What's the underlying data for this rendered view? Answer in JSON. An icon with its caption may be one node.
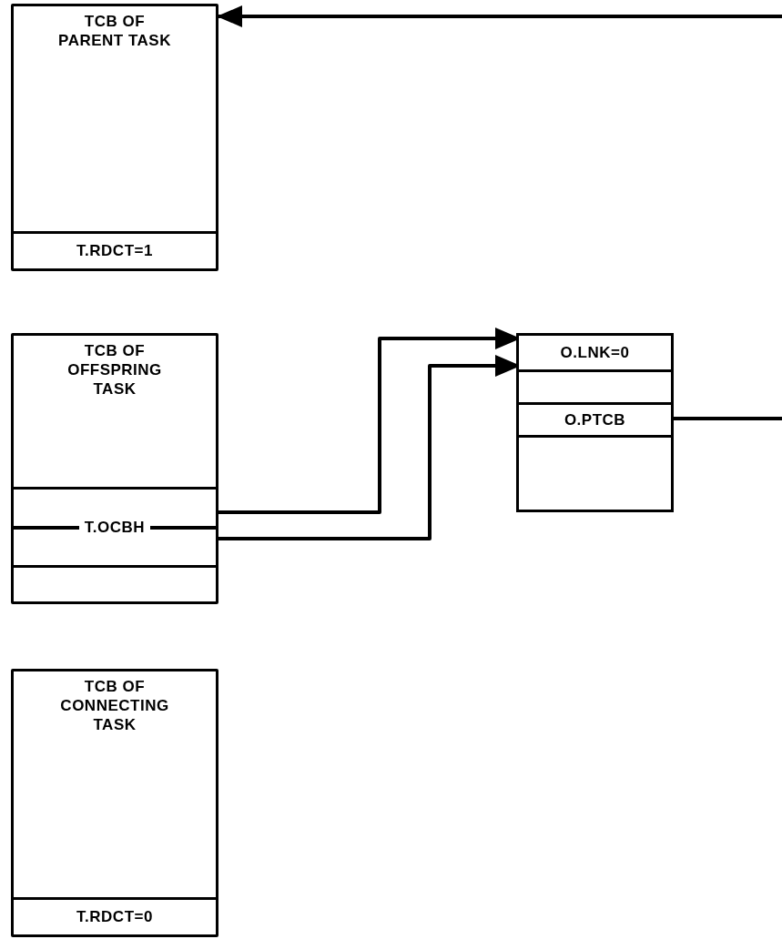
{
  "diagram": {
    "nodes": [
      {
        "text": [
          "TCB OF PARENT TASK"
        ]
      },
      {
        "text": [
          "T.RDCT=1"
        ],
        "in": 0
      },
      {
        "text": [
          "TCB OF OFFSPRING TASK"
        ]
      },
      {
        "text": [
          "T.OCBH"
        ],
        "in": 2
      },
      {
        "text": [],
        "shape": "box",
        "in": 2
      },
      {
        "text": [],
        "shape": "box"
      },
      {
        "text": [
          "O.LNK=0"
        ],
        "in": 5
      },
      {
        "text": [],
        "shape": "box",
        "in": 5
      },
      {
        "text": [
          "O.PTCB"
        ],
        "in": 5
      },
      {
        "text": [],
        "shape": "box",
        "in": 5
      },
      {
        "text": [
          "TCB OF CONNECTING TASK"
        ]
      },
      {
        "text": [
          "T.RDCT=0"
        ],
        "in": 10
      }
    ],
    "edges": [
      {
        "from": 3,
        "to": 6,
        "arrow": "to"
      },
      {
        "from": 3,
        "to": 6,
        "arrow": "to"
      },
      {
        "from": 8,
        "to": null,
        "arrow": "none"
      },
      {
        "from": null,
        "to": 0,
        "arrow": "to"
      }
    ]
  }
}
